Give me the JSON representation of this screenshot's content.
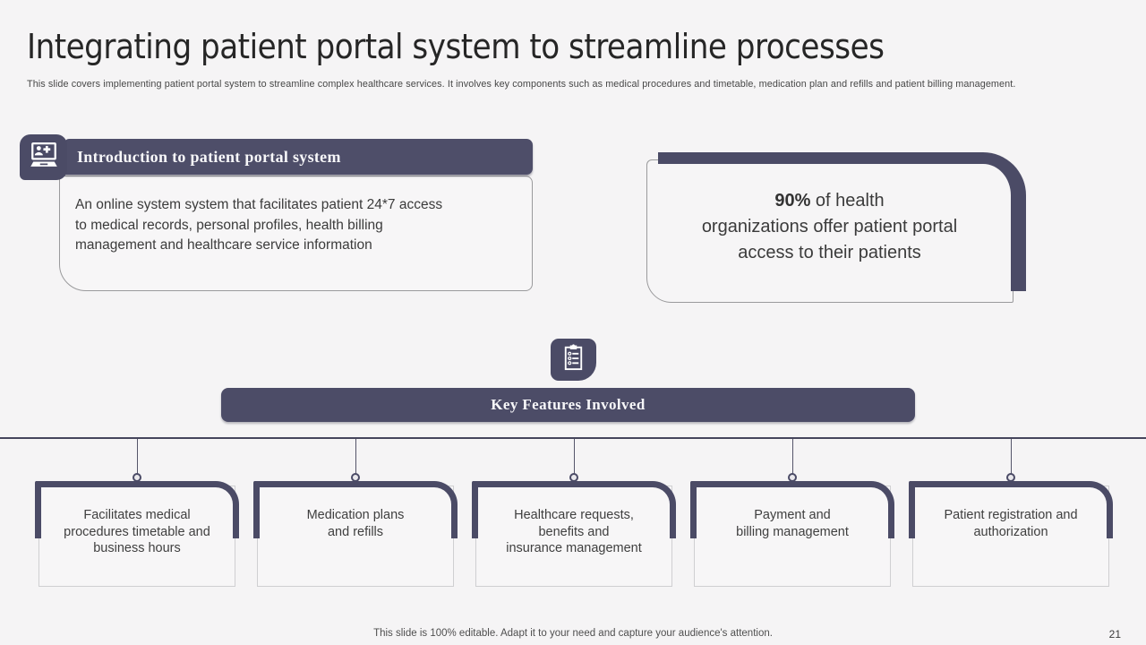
{
  "slide": {
    "title": "Integrating patient portal system to streamline processes",
    "subtitle": "This slide covers implementing patient portal system to streamline complex healthcare services. It involves key components such as medical procedures and timetable,  medication plan and refills and patient billing management.",
    "footer": "This slide is 100% editable. Adapt it to your need and capture your audience's attention.",
    "page_number": "21"
  },
  "intro": {
    "icon": "patient-portal-laptop-icon",
    "header": "Introduction  to patient portal system",
    "body": "An online system system that facilitates patient 24*7 access\nto medical records, personal profiles, health billing\nmanagement and healthcare service information"
  },
  "stat": {
    "value": "90%",
    "rest": " of health\norganizations offer patient portal\naccess to their patients"
  },
  "features": {
    "icon": "checklist-clipboard-icon",
    "banner": "Key Features Involved",
    "items": [
      {
        "label": "Facilitates medical\nprocedures timetable and\nbusiness hours"
      },
      {
        "label": "Medication plans\nand refills"
      },
      {
        "label": "Healthcare requests,\nbenefits and\ninsurance management"
      },
      {
        "label": "Payment and\nbilling management"
      },
      {
        "label": "Patient registration and\nauthorization"
      }
    ]
  },
  "colors": {
    "accent_dark": "#4b4b66",
    "slide_background": "#f5f4f5",
    "card_background": "#f7f6f7",
    "card_border": "#9a9a9c"
  }
}
